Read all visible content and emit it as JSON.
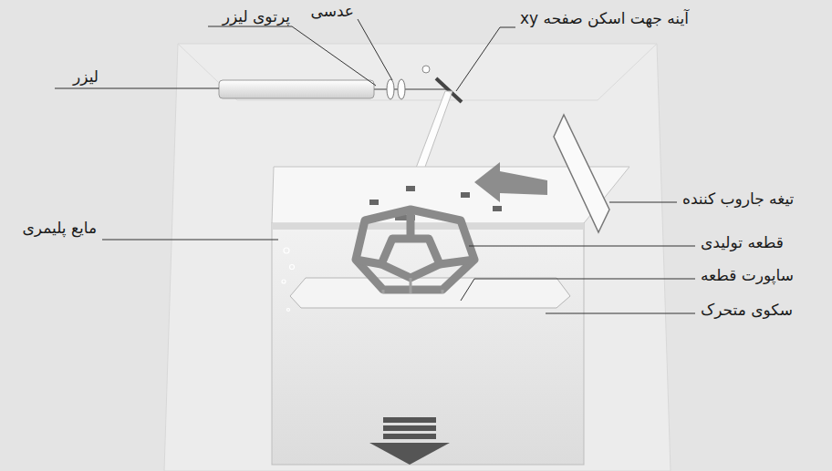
{
  "diagram": {
    "labels": [
      "لیزر",
      "پرتوی لیزر",
      "عدسی",
      "آینه جهت اسکن صفحه xy",
      "تیغه جاروب کننده",
      "مایع پلیمری",
      "قطعه تولیدی",
      "ساپورت قطعه",
      "سکوی متحرک"
    ]
  }
}
